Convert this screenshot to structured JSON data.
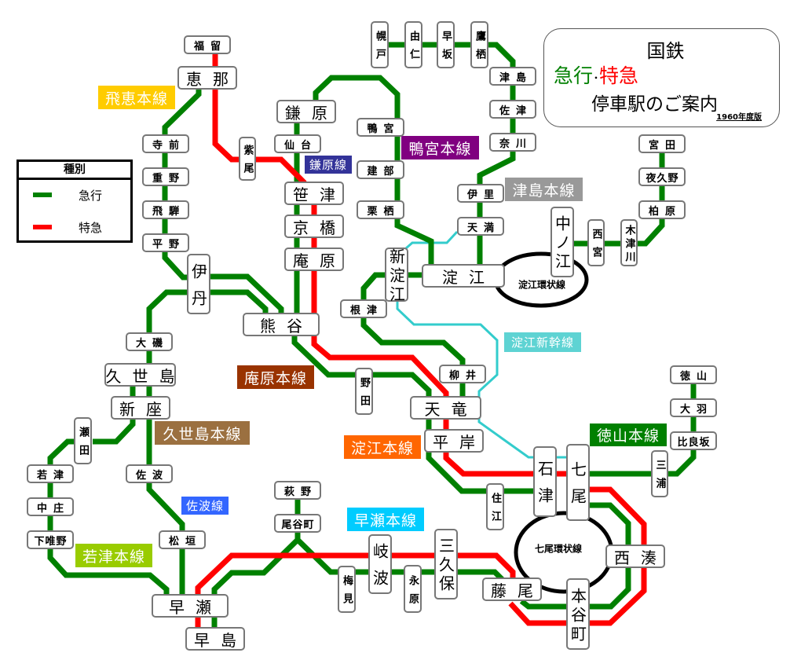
{
  "title": {
    "line1": "国鉄",
    "express": "急行",
    "dot": "･",
    "limited": "特急",
    "line3": "停車駅のご案内",
    "edition": "1960年度版"
  },
  "legend": {
    "header": "種別",
    "items": [
      {
        "label": "急行",
        "color": "#008000"
      },
      {
        "label": "特急",
        "color": "#ff0000"
      }
    ]
  },
  "colors": {
    "express": "#008000",
    "limited": "#ff0000",
    "shinkansen": "#33cccc",
    "loop": "#000000"
  },
  "lines": [
    {
      "name": "飛恵本線",
      "color": "#ffcc00"
    },
    {
      "name": "鎌原線",
      "color": "#333399"
    },
    {
      "name": "鴨宮本線",
      "color": "#800080"
    },
    {
      "name": "津島本線",
      "color": "#999999"
    },
    {
      "name": "淀江新幹線",
      "color": "#5ed3d3"
    },
    {
      "name": "庵原本線",
      "color": "#993300"
    },
    {
      "name": "久世島本線",
      "color": "#9b7040"
    },
    {
      "name": "淀江本線",
      "color": "#ff6600"
    },
    {
      "name": "徳山本線",
      "color": "#008000"
    },
    {
      "name": "佐波線",
      "color": "#3366ff"
    },
    {
      "name": "早瀬本線",
      "color": "#00ccff"
    },
    {
      "name": "若津本線",
      "color": "#99cc00"
    }
  ],
  "loops": {
    "yodoe": "淀江環状線",
    "nanao": "七尾環状線"
  },
  "stations": {
    "fukudome": "福留",
    "ena": "恵那",
    "teramae": "寺前",
    "shigeno": "重野",
    "hida": "飛騨",
    "hirano": "平野",
    "itami": "伊丹",
    "kumagaya": "熊谷",
    "shibio": "紫尾",
    "kamahara": "鎌原",
    "sendai": "仙台",
    "sasatsu": "笹津",
    "kyobashi": "京橋",
    "iohara": "庵原",
    "kamomiya": "鴨宮",
    "takebe": "建部",
    "kurusu": "栗栖",
    "horoto": "幌戸",
    "yuni": "由仁",
    "hayasaka": "早坂",
    "takasu": "鷹栖",
    "tsushima": "津島",
    "satsu": "佐津",
    "nakawa": "奈川",
    "isato": "伊里",
    "temma": "天満",
    "shinyodoe": "新淀江",
    "yodoe": "淀江",
    "nakanoe": "中ノ江",
    "nishinomiya": "西宮",
    "kizugawa": "木津川",
    "miyata": "宮田",
    "yakuno": "夜久野",
    "kashiwara": "柏原",
    "nezu": "根津",
    "oiso": "大磯",
    "kuzeshima": "久世島",
    "niiza": "新座",
    "noda": "野田",
    "yanai": "柳井",
    "tenryu": "天竜",
    "hiragishi": "平岸",
    "ishizu": "石津",
    "nanao": "七尾",
    "sumie": "住江",
    "tokuyama": "徳山",
    "oba": "大羽",
    "hirasaka": "比良坂",
    "miura": "三浦",
    "nishiminato": "西湊",
    "hontanicho": "本谷町",
    "fujio": "藤尾",
    "mikubo": "三久保",
    "nagahara": "永原",
    "kinami": "岐波",
    "umemi": "梅見",
    "hagino": "萩野",
    "oyacho": "尾谷町",
    "saba": "佐波",
    "matsugaki": "松垣",
    "seta": "瀬田",
    "wakatsu": "若津",
    "nakasho": "中庄",
    "shimoyuino": "下唯野",
    "hayase": "早瀬",
    "hayashima": "早島"
  }
}
